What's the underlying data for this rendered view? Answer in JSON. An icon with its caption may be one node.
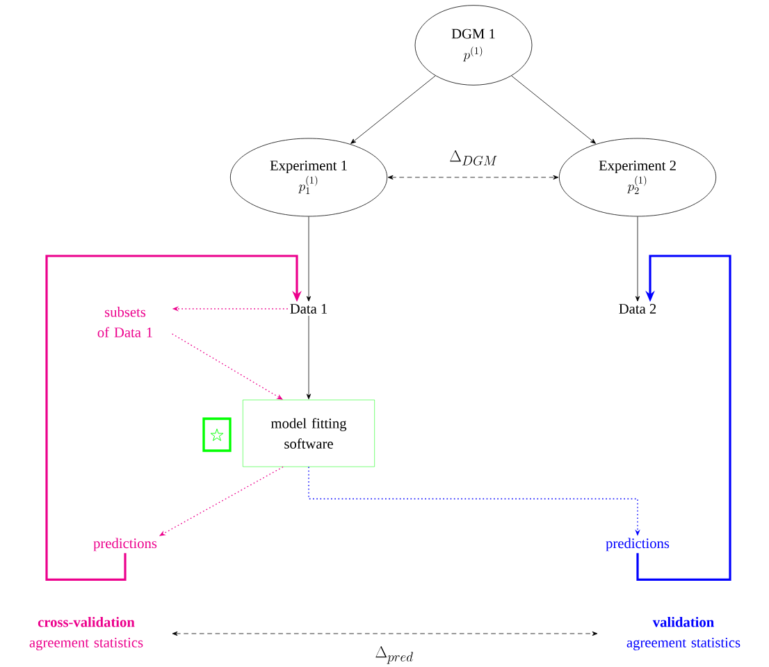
{
  "diagram": {
    "nodes": [
      {
        "text": [
          "DGM 1",
          "p^{(1)}"
        ]
      },
      {
        "text": [
          "Experiment 1",
          "p_1^{(1)}"
        ]
      },
      {
        "text": [
          "Experiment 2",
          "p_2^{(1)}"
        ]
      },
      {
        "text": [
          "Data 1"
        ]
      },
      {
        "text": [
          "Data 2"
        ]
      },
      {
        "text": [
          "subsets of Data 1"
        ]
      },
      {
        "text": [
          "model fitting software"
        ]
      },
      {
        "text": [
          "predictions"
        ]
      },
      {
        "text": [
          "predictions"
        ]
      },
      {
        "text": [
          "cross-validation",
          "agreement statistics"
        ]
      },
      {
        "text": [
          "validation",
          "agreement statistics"
        ]
      }
    ],
    "edges": [
      {
        "from": 0,
        "to": 1,
        "arrow": "to"
      },
      {
        "from": 0,
        "to": 2,
        "arrow": "to"
      },
      {
        "from": 1,
        "to": 2,
        "arrow": "both",
        "style": "dashed",
        "label": "\\Delta_{DGM}"
      },
      {
        "from": 1,
        "to": 3,
        "arrow": "to"
      },
      {
        "from": 2,
        "to": 4,
        "arrow": "to"
      },
      {
        "from": 3,
        "to": 5,
        "arrow": "to",
        "style": "dashed",
        "color": "#ec008c"
      },
      {
        "from": 5,
        "to": 6,
        "arrow": "to",
        "style": "dashed",
        "color": "#ec008c"
      },
      {
        "from": 3,
        "to": 6,
        "arrow": "to"
      },
      {
        "from": 6,
        "to": 7,
        "arrow": "to",
        "style": "dashed",
        "color": "#ec008c"
      },
      {
        "from": 6,
        "to": 8,
        "arrow": "to",
        "style": "dashed",
        "color": "#0000ff"
      },
      {
        "from": 7,
        "to": 3,
        "arrow": "to",
        "style": "thick",
        "color": "#ec008c"
      },
      {
        "from": 8,
        "to": 4,
        "arrow": "to",
        "style": "thick",
        "color": "#0000ff"
      },
      {
        "from": 9,
        "to": 10,
        "arrow": "both",
        "style": "dashed",
        "label": "\\Delta_{pred}"
      }
    ]
  }
}
